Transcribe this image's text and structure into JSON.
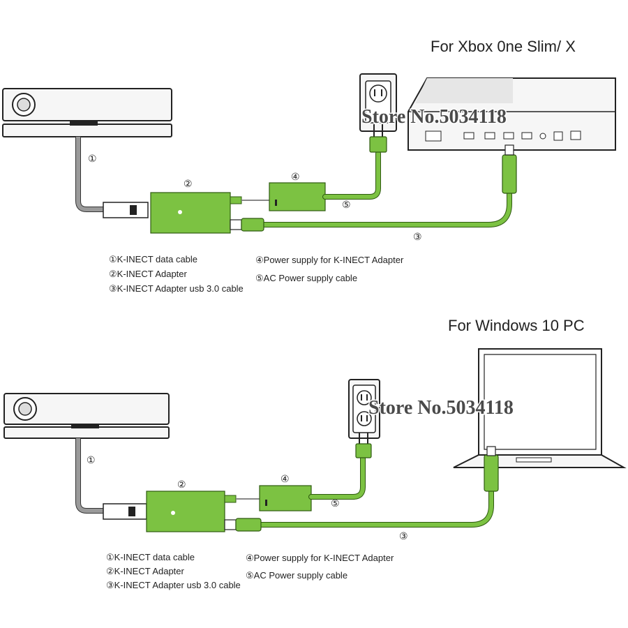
{
  "sections": [
    {
      "title": "For Xbox 0ne Slim/ X",
      "watermark": "Store No.5034118",
      "labels": {
        "n1": "①",
        "n2": "②",
        "n3": "③",
        "n4": "④",
        "n5": "⑤"
      },
      "legend_left": [
        "①K-INECT data cable",
        "②K-INECT  Adapter",
        "③K-INECT Adapter usb 3.0 cable"
      ],
      "legend_right": [
        "④Power supply for K-INECT Adapter",
        "⑤AC Power supply cable"
      ]
    },
    {
      "title": "For Windows 10 PC",
      "watermark": "Store No.5034118",
      "labels": {
        "n1": "①",
        "n2": "②",
        "n3": "③",
        "n4": "④",
        "n5": "⑤"
      },
      "legend_left": [
        "①K-INECT data cable",
        "②K-INECT  Adapter",
        "③K-INECT Adapter usb 3.0 cable"
      ],
      "legend_right": [
        "④Power supply for K-INECT Adapter",
        "⑤AC Power supply cable"
      ]
    }
  ],
  "colors": {
    "cable_green": "#7cc242",
    "outline": "#222222"
  },
  "icons": [
    "kinect-sensor-icon",
    "wall-outlet-icon",
    "xbox-console-icon",
    "laptop-icon",
    "usb-plug-icon",
    "power-plug-icon"
  ]
}
